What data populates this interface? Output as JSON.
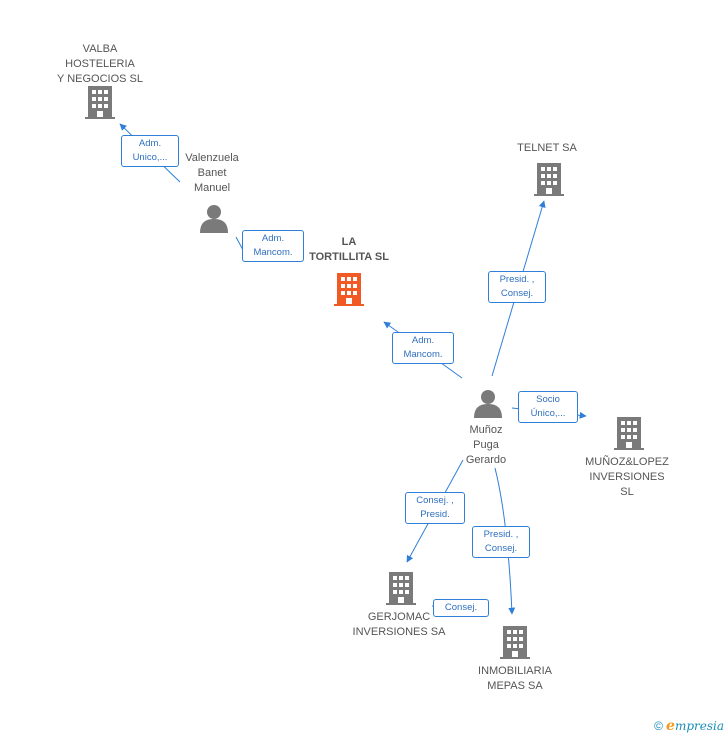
{
  "nodes": [
    {
      "id": "valba",
      "type": "company",
      "lines": [
        "VALBA",
        "HOSTELERIA",
        "Y NEGOCIOS SL"
      ]
    },
    {
      "id": "valenzuela",
      "type": "person",
      "lines": [
        "Valenzuela",
        "Banet",
        "Manuel"
      ]
    },
    {
      "id": "tortillita",
      "type": "company",
      "focus": true,
      "lines": [
        "LA",
        "TORTILLITA SL"
      ]
    },
    {
      "id": "telnet",
      "type": "company",
      "lines": [
        "TELNET SA"
      ]
    },
    {
      "id": "munoz",
      "type": "person",
      "lines": [
        "Muñoz",
        "Puga",
        "Gerardo"
      ]
    },
    {
      "id": "munozlopez",
      "type": "company",
      "lines": [
        "MUÑOZ&LOPEZ",
        "INVERSIONES",
        "SL"
      ]
    },
    {
      "id": "gerjomac",
      "type": "company",
      "lines": [
        "GERJOMAC",
        "INVERSIONES SA"
      ]
    },
    {
      "id": "mepas",
      "type": "company",
      "lines": [
        "INMOBILIARIA",
        "MEPAS SA"
      ]
    }
  ],
  "edges": [
    {
      "id": "e1",
      "from": "valenzuela",
      "to": "valba",
      "lines": [
        "Adm.",
        "Unico,..."
      ]
    },
    {
      "id": "e2",
      "from": "valenzuela",
      "to": "tortillita",
      "lines": [
        "Adm.",
        "Mancom."
      ]
    },
    {
      "id": "e3",
      "from": "munoz",
      "to": "tortillita",
      "lines": [
        "Adm.",
        "Mancom."
      ]
    },
    {
      "id": "e4",
      "from": "munoz",
      "to": "telnet",
      "lines": [
        "Presid. ,",
        "Consej."
      ]
    },
    {
      "id": "e5",
      "from": "munoz",
      "to": "munozlopez",
      "lines": [
        "Socio",
        "Único,..."
      ]
    },
    {
      "id": "e6",
      "from": "munoz",
      "to": "gerjomac",
      "lines": [
        "Consej. ,",
        "Presid."
      ]
    },
    {
      "id": "e7",
      "from": "munoz",
      "to": "mepas",
      "lines": [
        "Presid. ,",
        "Consej."
      ]
    },
    {
      "id": "e8",
      "from": "gerjomac",
      "to": "mepas",
      "lines": [
        "Consej."
      ]
    }
  ],
  "footer": {
    "copyright": "©",
    "brand_initial": "e",
    "brand_rest": "mpresia"
  },
  "colors": {
    "company": "#7a7a7a",
    "focus": "#f15a24",
    "person": "#7a7a7a",
    "edge": "#2f7fd9"
  }
}
